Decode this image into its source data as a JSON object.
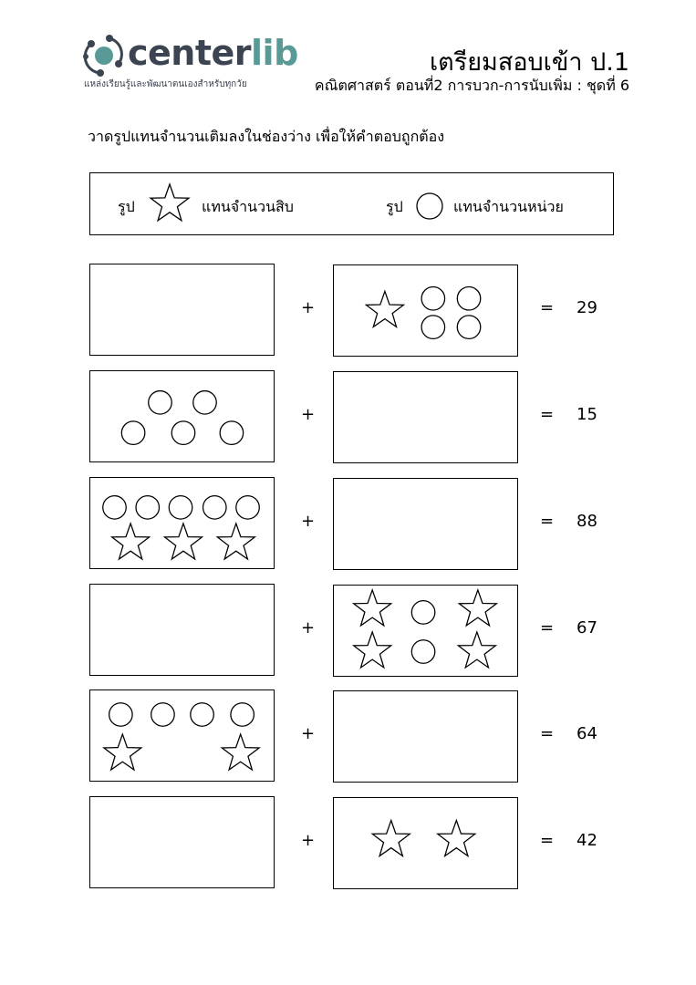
{
  "header": {
    "logo_main": "center",
    "logo_accent": "lib",
    "tagline": "แหล่งเรียนรู้และพัฒนาตนเองสำหรับทุกวัย",
    "title": "เตรียมสอบเข้า ป.1",
    "subtitle": "คณิตศาสตร์ ตอนที่2 การบวก-การนับเพิ่ม : ชุดที่ 6"
  },
  "instruction": "วาดรูปแทนจำนวนเติมลงในช่องว่าง เพื่อให้คำตอบถูกต้อง",
  "legend": {
    "shape_label": "รูป",
    "star_meaning": "แทนจำนวนสิบ",
    "circle_meaning": "แทนจำนวนหน่วย"
  },
  "operators": {
    "plus": "+",
    "equals": "="
  },
  "problems": [
    {
      "left": {
        "stars": null,
        "circles": null
      },
      "right": {
        "stars": 1,
        "circles": 4
      },
      "answer": "29"
    },
    {
      "left": {
        "stars": 0,
        "circles": 5
      },
      "right": {
        "stars": null,
        "circles": null
      },
      "answer": "15"
    },
    {
      "left": {
        "stars": 3,
        "circles": 5
      },
      "right": {
        "stars": null,
        "circles": null
      },
      "answer": "88"
    },
    {
      "left": {
        "stars": null,
        "circles": null
      },
      "right": {
        "stars": 4,
        "circles": 2
      },
      "answer": "67"
    },
    {
      "left": {
        "stars": 2,
        "circles": 4
      },
      "right": {
        "stars": null,
        "circles": null
      },
      "answer": "64"
    },
    {
      "left": {
        "stars": null,
        "circles": null
      },
      "right": {
        "stars": 2,
        "circles": 0
      },
      "answer": "42"
    }
  ]
}
